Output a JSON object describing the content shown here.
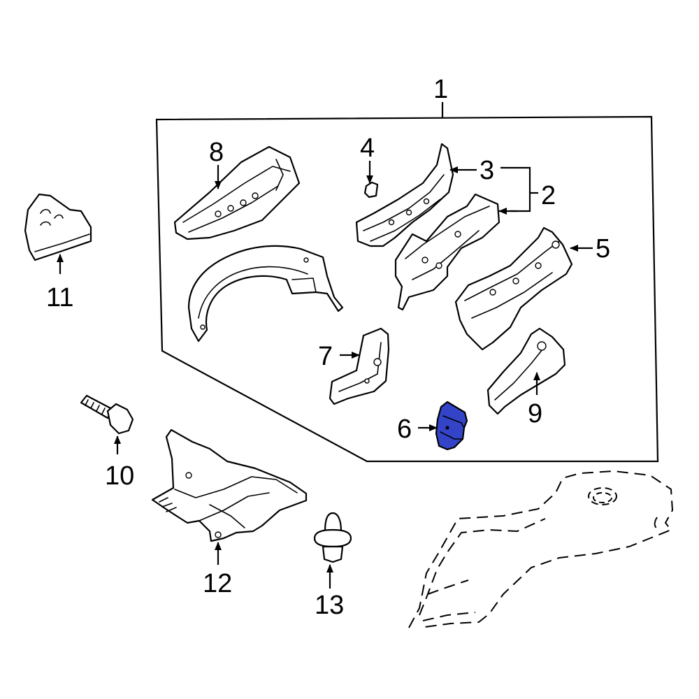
{
  "diagram": {
    "highlight_color": "#3344c8",
    "callouts": {
      "c1": "1",
      "c2": "2",
      "c3": "3",
      "c4": "4",
      "c5": "5",
      "c6": "6",
      "c7": "7",
      "c8": "8",
      "c9": "9",
      "c10": "10",
      "c11": "11",
      "c12": "12",
      "c13": "13"
    }
  }
}
